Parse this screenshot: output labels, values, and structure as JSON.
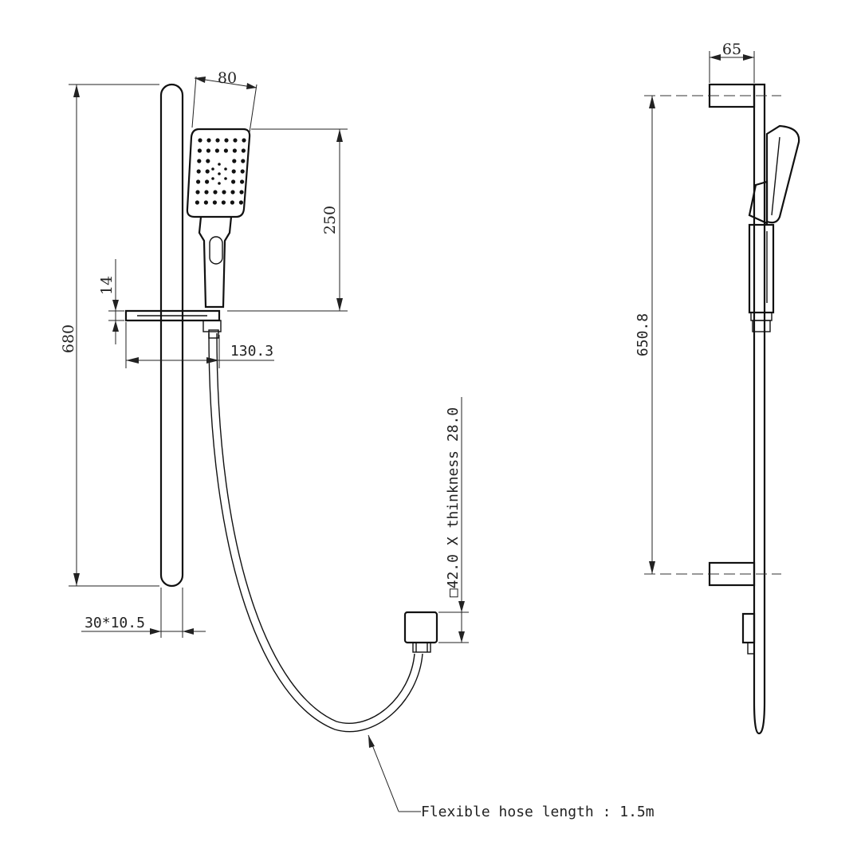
{
  "dimensions": {
    "rail_length": "680",
    "head_width": "80",
    "head_length": "250",
    "holder_height": "14",
    "holder_depth": "130.3",
    "rail_section": "30*10.5",
    "connector": "□42.0 X thinkness 28.0",
    "side_depth": "65",
    "bracket_spacing": "650.8"
  },
  "notes": {
    "hose": "Flexible hose length : 1.5m"
  }
}
